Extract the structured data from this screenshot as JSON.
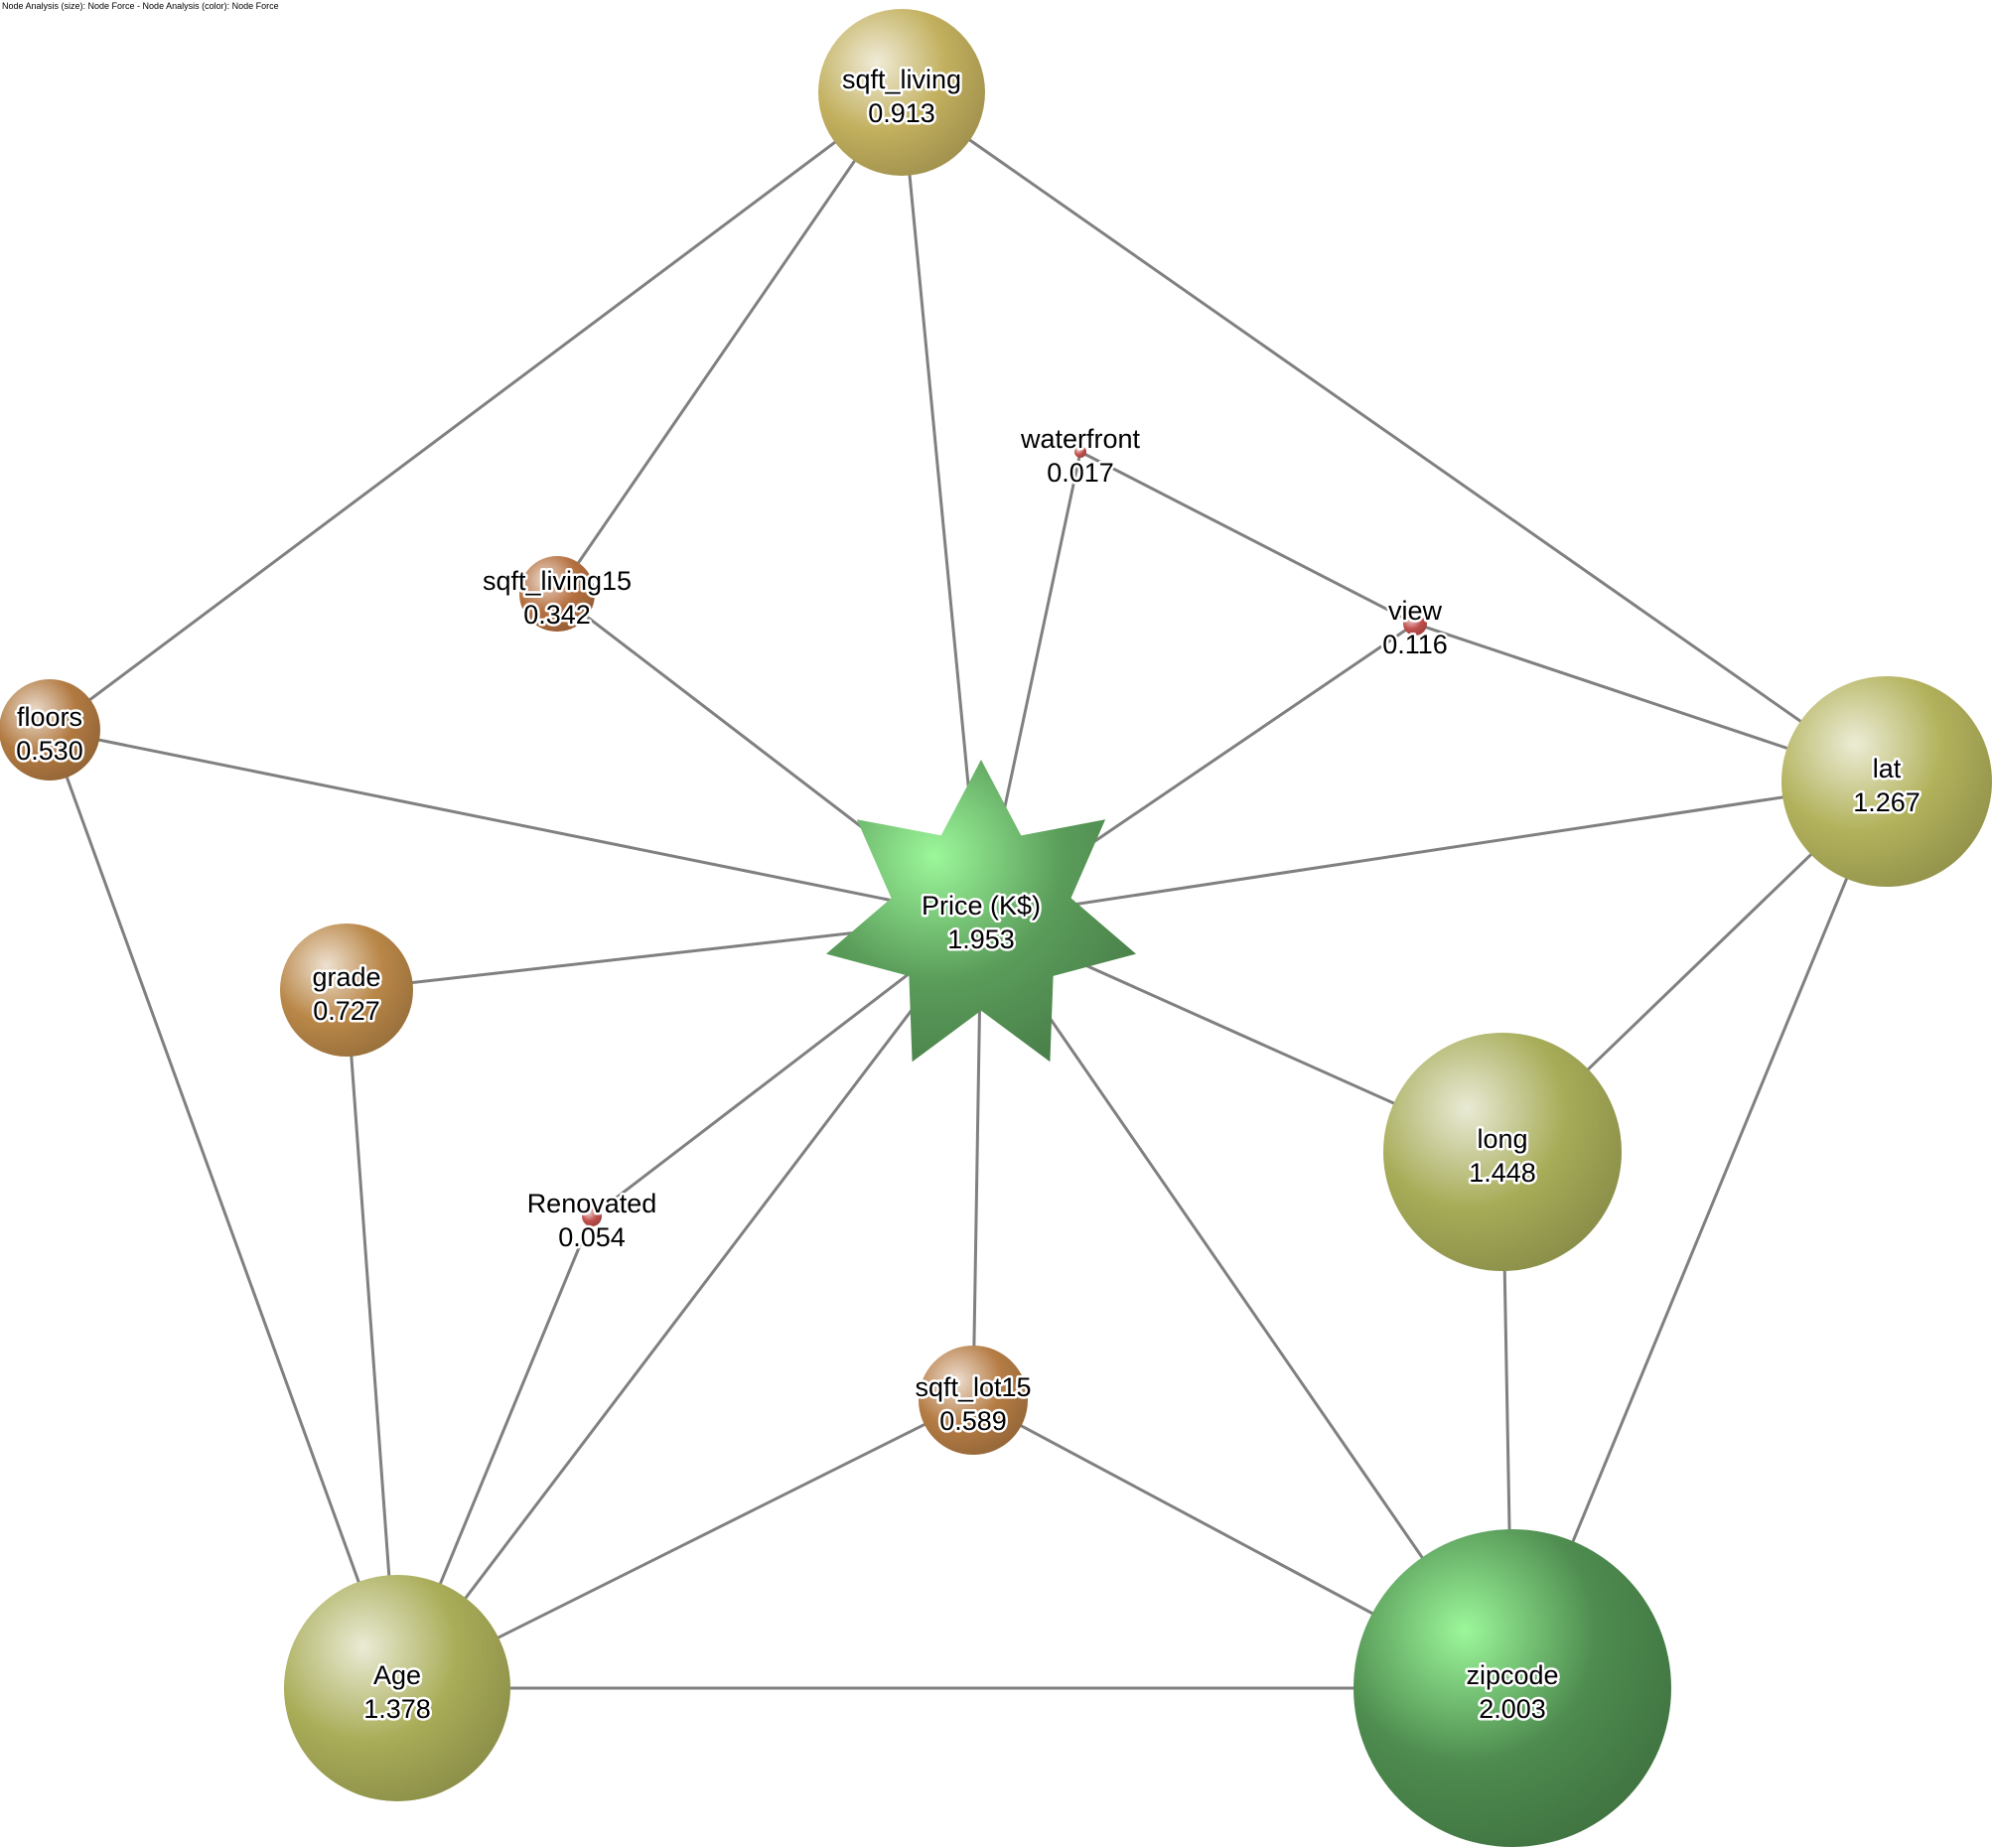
{
  "caption": "Node Analysis (size): Node Force  - Node Analysis (color): Node Force",
  "colors": {
    "edge": "#808080",
    "high": "#4e8c4f",
    "mid": "#a9ad58",
    "low": "#b27a42",
    "tiny": "#c0504d"
  },
  "nodes": [
    {
      "id": "sqft_living",
      "label": "sqft_living",
      "value": "0.913",
      "force": 0.913,
      "color": "#c2b05e",
      "shape": "circle"
    },
    {
      "id": "waterfront",
      "label": "waterfront",
      "value": "0.017",
      "force": 0.017,
      "color": "#c0504d",
      "shape": "circle"
    },
    {
      "id": "sqft_living15",
      "label": "sqft_living15",
      "value": "0.342",
      "force": 0.342,
      "color": "#b5703f",
      "shape": "circle"
    },
    {
      "id": "view",
      "label": "view",
      "value": "0.116",
      "force": 0.116,
      "color": "#c0504d",
      "shape": "circle"
    },
    {
      "id": "floors",
      "label": "floors",
      "value": "0.530",
      "force": 0.53,
      "color": "#b27a42",
      "shape": "circle"
    },
    {
      "id": "lat",
      "label": "lat",
      "value": "1.267",
      "force": 1.267,
      "color": "#b2b25c",
      "shape": "circle"
    },
    {
      "id": "price",
      "label": "Price (K$)",
      "value": "1.953",
      "force": 1.953,
      "color": "#5a9c5a",
      "shape": "star"
    },
    {
      "id": "grade",
      "label": "grade",
      "value": "0.727",
      "force": 0.727,
      "color": "#b98748",
      "shape": "circle"
    },
    {
      "id": "long",
      "label": "long",
      "value": "1.448",
      "force": 1.448,
      "color": "#a7ac58",
      "shape": "circle"
    },
    {
      "id": "renovated",
      "label": "Renovated",
      "value": "0.054",
      "force": 0.054,
      "color": "#c0504d",
      "shape": "circle"
    },
    {
      "id": "sqft_lot15",
      "label": "sqft_lot15",
      "value": "0.589",
      "force": 0.589,
      "color": "#b57c44",
      "shape": "circle"
    },
    {
      "id": "age",
      "label": "Age",
      "value": "1.378",
      "force": 1.378,
      "color": "#a9ad58",
      "shape": "circle"
    },
    {
      "id": "zipcode",
      "label": "zipcode",
      "value": "2.003",
      "force": 2.003,
      "color": "#4e8c4f",
      "shape": "circle"
    }
  ],
  "edges": [
    [
      "sqft_living",
      "floors"
    ],
    [
      "sqft_living",
      "sqft_living15"
    ],
    [
      "sqft_living",
      "price"
    ],
    [
      "sqft_living",
      "lat"
    ],
    [
      "waterfront",
      "view"
    ],
    [
      "waterfront",
      "price"
    ],
    [
      "view",
      "lat"
    ],
    [
      "view",
      "price"
    ],
    [
      "sqft_living15",
      "price"
    ],
    [
      "floors",
      "price"
    ],
    [
      "floors",
      "age"
    ],
    [
      "lat",
      "price"
    ],
    [
      "lat",
      "long"
    ],
    [
      "lat",
      "zipcode"
    ],
    [
      "grade",
      "price"
    ],
    [
      "grade",
      "age"
    ],
    [
      "price",
      "long"
    ],
    [
      "price",
      "renovated"
    ],
    [
      "price",
      "age"
    ],
    [
      "price",
      "sqft_lot15"
    ],
    [
      "price",
      "zipcode"
    ],
    [
      "renovated",
      "age"
    ],
    [
      "sqft_lot15",
      "age"
    ],
    [
      "sqft_lot15",
      "zipcode"
    ],
    [
      "long",
      "zipcode"
    ],
    [
      "age",
      "zipcode"
    ]
  ]
}
